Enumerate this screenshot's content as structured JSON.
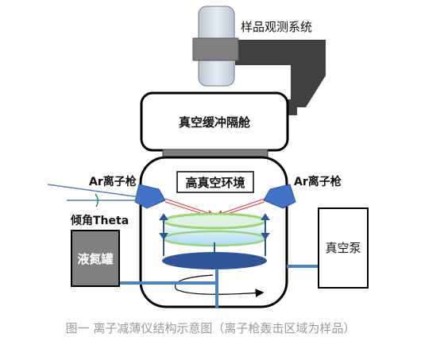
{
  "labels": {
    "sample_observation": "样品观测系统",
    "buffer_chamber": "真空缓冲隔舱",
    "high_vacuum": "高真空环境",
    "ion_gun_left": "Ar离子枪",
    "ion_gun_right": "Ar离子枪",
    "tilt_angle": "倾角Theta",
    "liquid_nitrogen": "液氮罐",
    "vacuum_pump": "真空泵"
  },
  "caption": "图一 离子减薄仪结构示意图（离子枪轰击区域为样品）",
  "colors": {
    "outline": "#000000",
    "dark_arm": "#404040",
    "shield": "#7f7f7f",
    "gun_blue": "#4472c4",
    "pipe_blue": "#4f81bd",
    "beam_red": "#e03030",
    "sample_green": "#9bd37a",
    "sample_fill": "#c9e7f5",
    "plate_blue": "#2f5597",
    "ln2_gray": "#808080",
    "caption_gray": "#9a9a9a"
  }
}
